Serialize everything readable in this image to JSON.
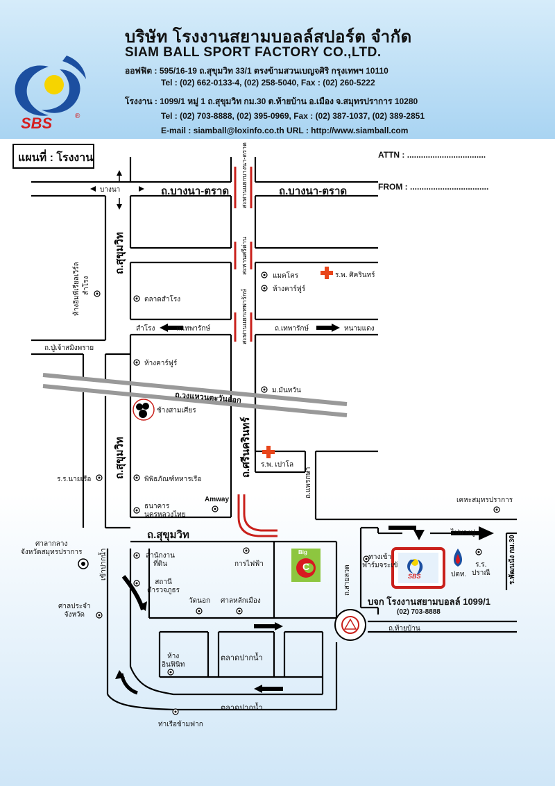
{
  "header": {
    "company_th": "บริษัท โรงงานสยามบอลล์สปอร์ต จำกัด",
    "company_en": "SIAM BALL SPORT FACTORY CO.,LTD.",
    "office": "ออฟฟิต : 595/16-19  ถ.สุขุมวิท 33/1 ตรงข้ามสวนเบญจศิริ  กรุงเทพฯ 10110",
    "office_tel": "Tel : (02) 662-0133-4, (02) 258-5040,    Fax : (02) 260-5222",
    "factory": "โรงงาน : 1099/1 หมู่ 1 ถ.สุขุมวิท กม.30 ต.ท้ายบ้าน อ.เมือง จ.สมุทรปราการ 10280",
    "factory_tel": "Tel : (02) 703-8888, (02) 395-0969,    Fax : (02) 387-1037, (02) 389-2851",
    "email_url": "E-mail : siamball@loxinfo.co.th   URL : http://www.siamball.com",
    "logo_text": "SBS",
    "logo_reg": "®"
  },
  "form": {
    "map_title": "แผนที่ : โรงงาน",
    "attn": "ATTN  :  ..................................",
    "from": "FROM  :  .................................."
  },
  "roads": {
    "bangna_trad_left": "ถ.บางนา-ตราด",
    "bangna_trad_right": "ถ.บางนา-ตราด",
    "sukhumvit_top": "ถ.สุขุมวิท",
    "sukhumvit_mid": "ถ.สุขุมวิท",
    "sukhumvit_horizontal": "ถ.สุขุมวิท",
    "srinakarin": "ถ.ศรีนครินทร์",
    "ring_road": "ถ.วงแหวนตะวันออก",
    "thepharak_left": "ถ.เทพารักษ์",
    "thepharak_right": "ถ.เทพารักษ์",
    "pu_chao": "ถ.ปู่เจ้าสมิงพราย",
    "phraek_sa": "ถ.แพรกษา",
    "sai_luat": "ถ.สายลวด",
    "thai_ban": "ถ.ท้ายบ้าน",
    "bang_na_small": "บางนา",
    "samrong_dir": "สำโรง",
    "nam_daeng_dir": "หนามแดง",
    "bang_pu_dir": "ไปบางปู",
    "km30_sign": "ร.พัฒนนัง กม.30"
  },
  "intersections": {
    "bangna_trad_junction": "สะพานแยกบางนา-ตราด",
    "sri_dan_junction": "สะพานศรีด่าน",
    "thepharak_junction": "สะพานแยกเทพารักษ์"
  },
  "landmarks": {
    "big_c_top": "Big",
    "big_c_letter": "C",
    "mall_left_top": "ห้างอิมพีเรียลเวิร์ล",
    "mall_left_bottom": "สำโรง",
    "samrong_market": "ตลาดสำโรง",
    "makro": "แมคโคร",
    "carrefour_top": "ห้างคาร์ฟูร์",
    "sikarin_hospital": "ร.พ. ศิครินทร์",
    "carrefour_mid": "ห้างคาร์ฟูร์",
    "mu_ban": "ม.มันทวัน",
    "erawan": "ช้างสามเศียร",
    "paolo_hospital": "ร.พ. เปาโล",
    "navy_school": "ร.ร.นายเรือ",
    "museum": "พิพิธภัณฑ์ทหารเรือ",
    "amway": "Amway",
    "bank": "ธนาคาร\nนครหลวงไทย",
    "kehasamut": "เคหะสมุทรปราการ",
    "court": "ศาลากลาง\nจังหวัดสมุทรปราการ",
    "pak_nam_entry": "เข้าปากน้ำ",
    "land_office": "สำนักงาน\nที่ดิน",
    "electricity": "การไฟฟ้า",
    "police": "สถานี\nตำรวจภูธร",
    "court_prov": "ศาลประจำ\nจังหวัด",
    "wat_nok": "วัดนอก",
    "city_pillar": "ศาลหลักเมือง",
    "infinite_mall": "ห้าง\nอินฟินิท",
    "pak_nam_market_1": "ตลาดปากน้ำ",
    "pak_nam_market_2": "ตลาดปากน้ำ",
    "ferry": "ท่าเรือข้ามฟาก",
    "thang_khao": "ทางเข้า\nฟาร์มจระเข้",
    "ptt": "ปตท.",
    "post_office": "ร.ร.\nปราณี"
  },
  "factory": {
    "label": "บจก โรงงานสยามบอลล์ 1099/1",
    "tel": "(02) 703-8888",
    "logo": "SBS"
  },
  "colors": {
    "road": "#000000",
    "header_bg": "#a9d4f2",
    "logo_blue": "#1c4fa0",
    "logo_yellow": "#f6d400",
    "logo_red": "#d51e1e",
    "hospital": "#e8451b",
    "bigc_green": "#8dc63f",
    "bigc_red": "#d71920",
    "bridge_red": "#c9201b"
  }
}
